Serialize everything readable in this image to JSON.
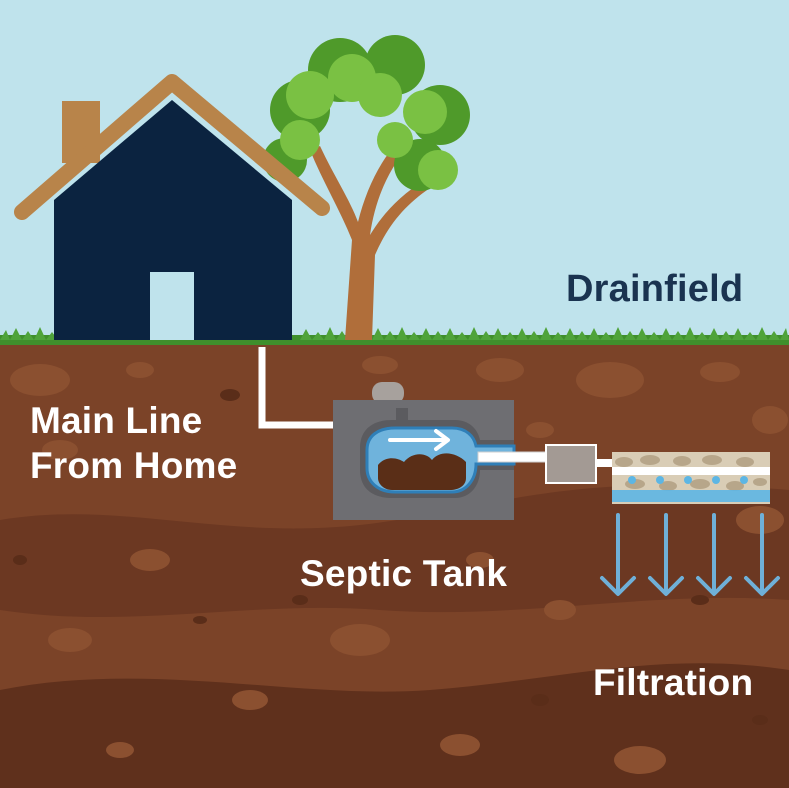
{
  "labels": {
    "drainfield": "Drainfield",
    "main_line_line1": "Main Line",
    "main_line_line2": "From Home",
    "septic_tank": "Septic Tank",
    "filtration": "Filtration"
  },
  "colors": {
    "sky": "#bfe3ec",
    "soil": "#7b4328",
    "soil_dark": "#6a3620",
    "soil_light": "#8b5030",
    "grass": "#3f8f2c",
    "house_body": "#0b2340",
    "house_roof": "#b8844a",
    "tree_trunk": "#b06e3a",
    "tree_leaves_light": "#7ac143",
    "tree_leaves_dark": "#4f9a2a",
    "tank_concrete": "#6e6e72",
    "water": "#6fb3dc",
    "sludge": "#5a2e17",
    "pipe": "#ffffff",
    "arrow_blue": "#6fb0d8",
    "label_dark": "#1a3350",
    "label_light": "#ffffff"
  },
  "icons": [
    "house-icon",
    "tree-icon",
    "septic-tank-icon",
    "distribution-box-icon",
    "drain-pipe-icon",
    "filtration-arrow-icon"
  ]
}
